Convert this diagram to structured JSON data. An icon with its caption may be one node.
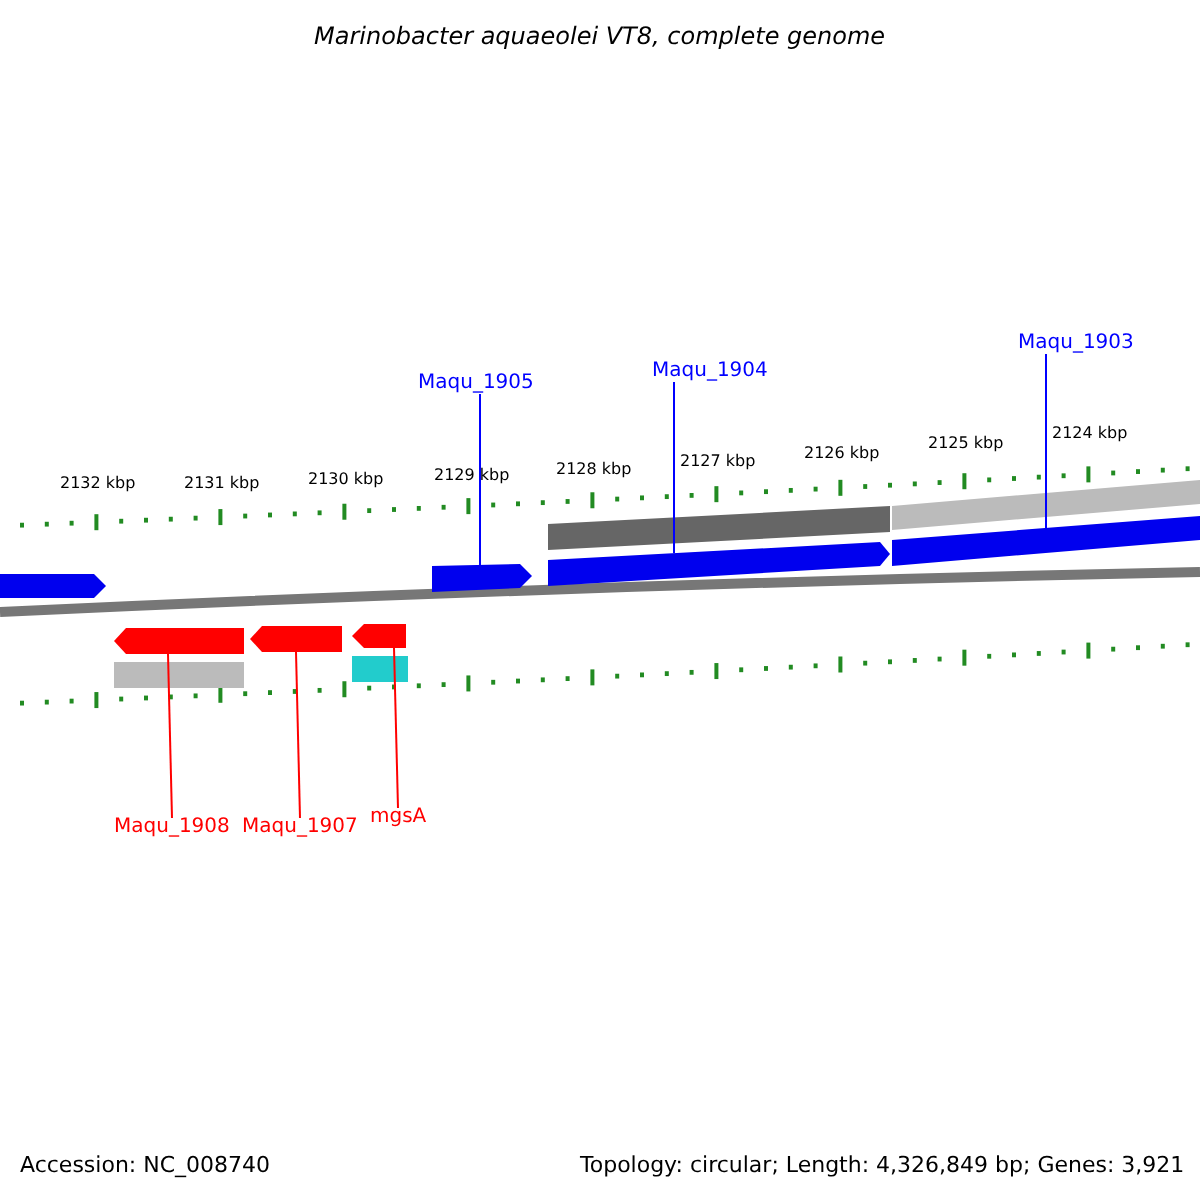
{
  "diagram": {
    "title": "Marinobacter aquaeolei VT8, complete genome",
    "nodes": [
      {
        "text": [
          "Maqu_1903"
        ]
      },
      {
        "text": [
          "Maqu_1904"
        ]
      },
      {
        "text": [
          "Maqu_1905"
        ]
      },
      {
        "text": [
          "Maqu_1908"
        ]
      },
      {
        "text": [
          "Maqu_1907"
        ]
      },
      {
        "text": [
          "mgsA"
        ]
      },
      {
        "text": [],
        "shape": "arrow"
      },
      {
        "text": [],
        "shape": "arrow"
      },
      {
        "text": [],
        "shape": "arrow"
      },
      {
        "text": [],
        "shape": "arrow"
      },
      {
        "text": [],
        "shape": "arrow"
      },
      {
        "text": [],
        "shape": "arrow"
      },
      {
        "text": [],
        "shape": "arrow"
      }
    ],
    "edges": [
      {
        "from": 0,
        "to": 11,
        "arrow": "none",
        "color": "#0000ff"
      },
      {
        "from": 1,
        "to": 10,
        "arrow": "none",
        "color": "#0000ff"
      },
      {
        "from": 2,
        "to": 9,
        "arrow": "none",
        "color": "#0000ff"
      },
      {
        "from": 3,
        "to": 6,
        "arrow": "none",
        "color": "#ff0000"
      },
      {
        "from": 4,
        "to": 7,
        "arrow": "none",
        "color": "#ff0000"
      },
      {
        "from": 5,
        "to": 8,
        "arrow": "none",
        "color": "#ff0000"
      }
    ],
    "labels": [
      "2132 kbp",
      "2131 kbp",
      "2130 kbp",
      "2129 kbp",
      "2128 kbp",
      "2127 kbp",
      "2126 kbp",
      "2125 kbp",
      "2124 kbp",
      "Accession: NC_008740",
      "Topology: circular; Length: 4,326,849 bp; Genes: 3,921"
    ]
  }
}
